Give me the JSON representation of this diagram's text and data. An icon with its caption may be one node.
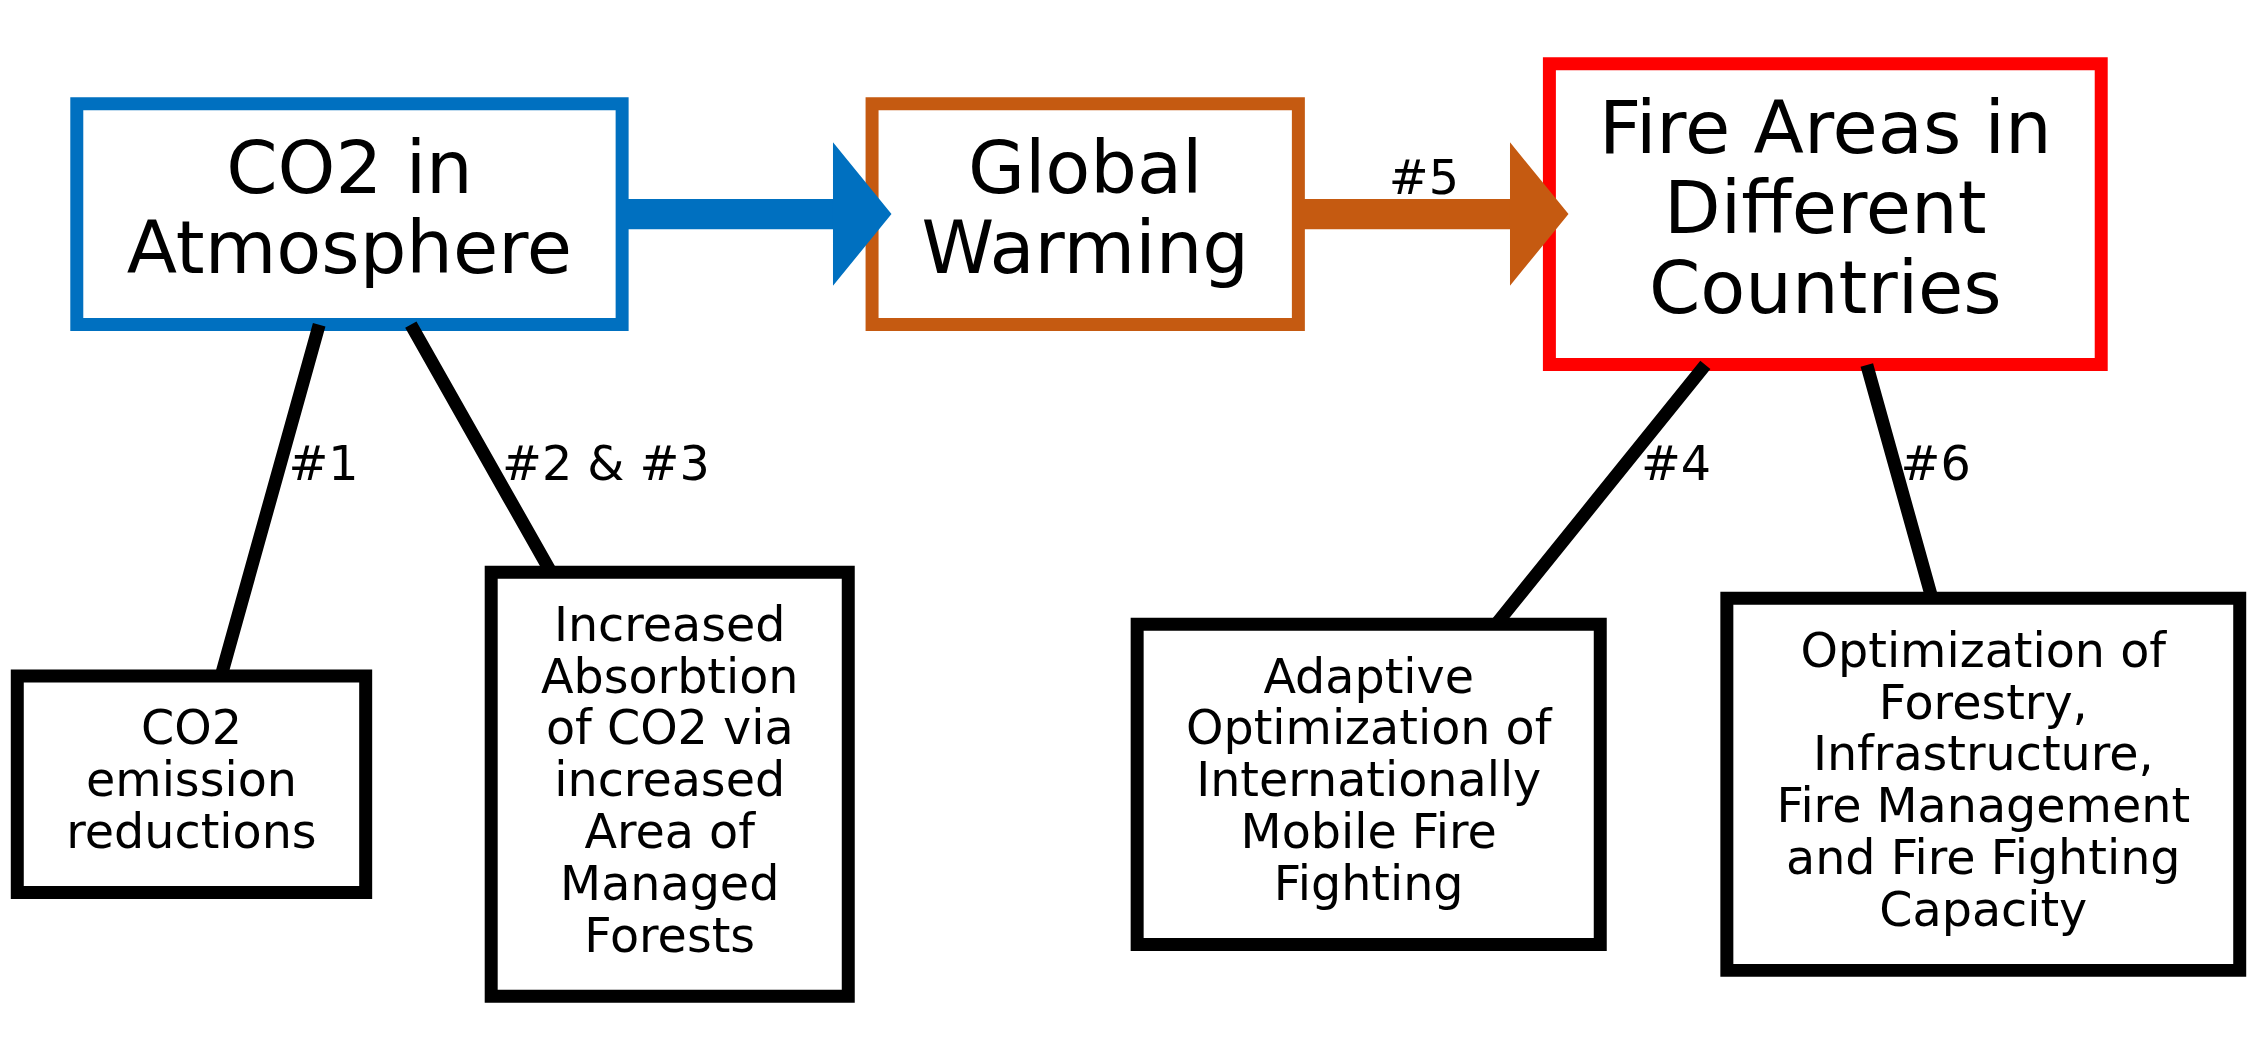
{
  "diagram": {
    "nodes": [
      {
        "text": [
          "CO2 in Atmosphere"
        ]
      },
      {
        "text": [
          "Global Warming"
        ]
      },
      {
        "text": [
          "Fire Areas in Different Countries"
        ]
      },
      {
        "text": [
          "CO2 emission reductions"
        ]
      },
      {
        "text": [
          "Increased Absorbtion of CO2 via increased Area of Managed Forests"
        ]
      },
      {
        "text": [
          "Adaptive Optimization of Internationally Mobile Fire Fighting"
        ]
      },
      {
        "text": [
          "Optimization of Forestry, Infrastructure, Fire Management and Fire Fighting Capacity"
        ]
      }
    ],
    "edges": [
      {
        "from": 0,
        "to": 1,
        "arrow": "to",
        "style": "thick",
        "color": "#0070c0"
      },
      {
        "from": 1,
        "to": 2,
        "arrow": "to",
        "label": "#5",
        "style": "thick",
        "color": "#c55a11"
      },
      {
        "from": 0,
        "to": 3,
        "arrow": "none",
        "label": "#1"
      },
      {
        "from": 0,
        "to": 4,
        "arrow": "none",
        "label": "#2 & #3"
      },
      {
        "from": 2,
        "to": 5,
        "arrow": "none",
        "label": "#4"
      },
      {
        "from": 2,
        "to": 6,
        "arrow": "none",
        "label": "#6"
      }
    ]
  }
}
